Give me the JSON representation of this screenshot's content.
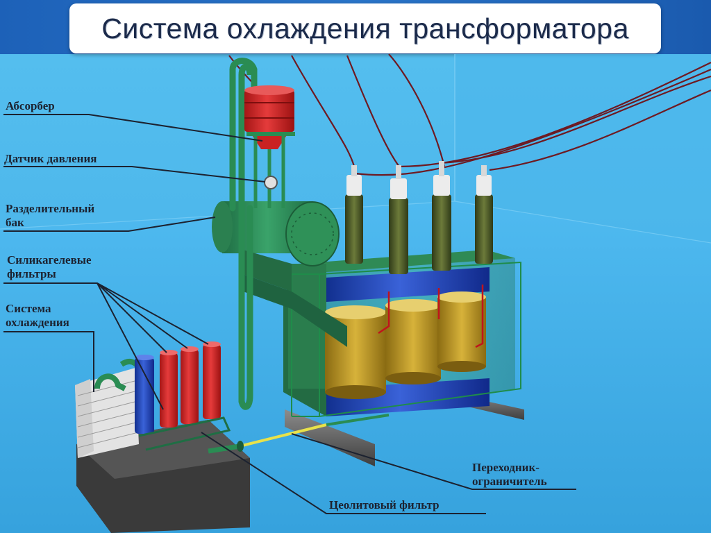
{
  "title": "Система охлаждения трансформатора",
  "labels": {
    "absorber": "Абсорбер",
    "pressure_sensor": "Датчик давления",
    "separator_line1": "Разделительный",
    "separator_line2": "бак",
    "silica_line1": "Силикагелевые",
    "silica_line2": "фильтры",
    "cooling_line1": "Система",
    "cooling_line2": "охлаждения",
    "adapter_line1": "Переходник-",
    "adapter_line2": "ограничитель",
    "zeolite": "Цеолитовый фильтр"
  },
  "colors": {
    "background": "#4eb8ec",
    "band": "#1d61b8",
    "tank_green": "#2e8b57",
    "absorber_red": "#d62a2a",
    "coil_gold": "#c9a227",
    "frame_blue": "#2447b8",
    "bushing_dark": "#4a5a2a",
    "leader_line": "#1c2230"
  }
}
